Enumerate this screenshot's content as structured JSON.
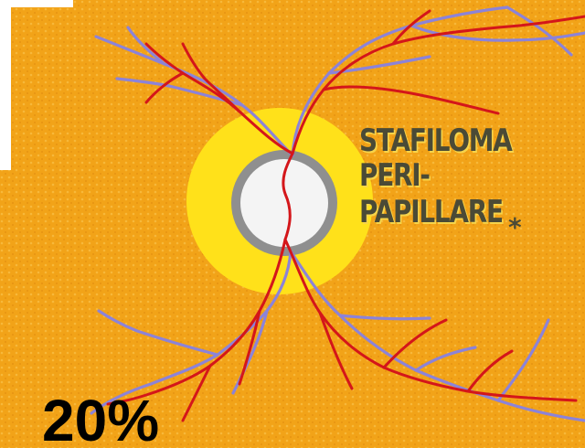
{
  "diagram": {
    "label_line1": "STAFILOMA",
    "label_line2": "PERI-PAPILLARE",
    "asterisk": "*",
    "percent": "20%"
  },
  "colors": {
    "background": "#f3a51a",
    "yellow_halo": "#ffe21a",
    "gray_ring": "#8f8f8f",
    "disc": "#f4f4f4",
    "artery": "#d4161a",
    "vein": "#8c83d8",
    "label_text": "#4a4a36"
  }
}
